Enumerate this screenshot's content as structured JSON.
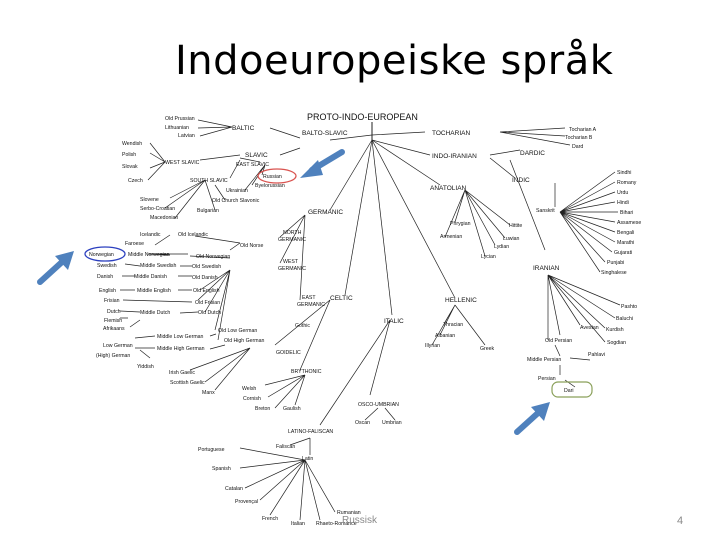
{
  "title": "Indoeuropeiske språk",
  "footer": "Russisk",
  "page_number": "4",
  "accent_arrow_color": "#4f81bd",
  "highlight_red": "#d9534f",
  "highlight_blue": "#2b3fbf",
  "highlight_green": "#8aa05a",
  "tree": {
    "root": "PROTO-INDO-EUROPEAN",
    "baltic_group": [
      "Old Prussian",
      "Lithuanian",
      "Latvian"
    ],
    "baltic": "BALTIC",
    "balto_slavic": "BALTO-SLAVIC",
    "slavic": "SLAVIC",
    "west_slavic_langs": [
      "Wendish",
      "Polish",
      "Slovak",
      "Czech"
    ],
    "west_slavic": "WEST SLAVIC",
    "east_slavic": "EAST SLAVIC",
    "russian": "Russian",
    "byelorussian": "Byelorussian",
    "ukrainian": "Ukrainian",
    "south_slavic": "SOUTH SLAVIC",
    "south_slavic_langs": [
      "Slovene",
      "Serbo-Croatian",
      "Macedonian"
    ],
    "bulgarian": "Bulgarian",
    "old_church_slavonic": "Old Church Slavonic",
    "germanic": "GERMANIC",
    "north_germanic": "NORTH GERMANIC",
    "west_germanic": "WEST GERMANIC",
    "east_germanic": "EAST GERMANIC",
    "gothic": "Gothic",
    "old_norse": "Old Norse",
    "icelandic": "Icelandic",
    "old_icelandic": "Old Icelandic",
    "faroese": "Faroese",
    "norwegian": "Norwegian",
    "middle_norwegian": "Middle Norwegian",
    "old_norwegian": "Old Norwegian",
    "swedish": "Swedish",
    "middle_swedish": "Middle Swedish",
    "old_swedish": "Old Swedish",
    "danish": "Danish",
    "middle_danish": "Middle Danish",
    "old_danish": "Old Danish",
    "english": "English",
    "middle_english": "Middle English",
    "old_english": "Old English",
    "frisian": "Frisian",
    "old_frisian": "Old Frisian",
    "dutch": "Dutch",
    "middle_dutch": "Middle Dutch",
    "old_dutch": "Old Dutch",
    "flemish": "Flemish",
    "afrikaans": "Afrikaans",
    "low_german": "Low German",
    "middle_low_german": "Middle Low German",
    "old_low_german": "Old Low German",
    "high_german": "(High) German",
    "middle_high_german": "Middle High German",
    "old_high_german": "Old High German",
    "yiddish": "Yiddish",
    "celtic": "CELTIC",
    "goidelic": "GOIDELIC",
    "irish": "Irish Gaelic",
    "scottish": "Scottish Gaelic",
    "manx": "Manx",
    "brythonic": "BRYTHONIC",
    "welsh": "Welsh",
    "cornish": "Cornish",
    "breton": "Breton",
    "gaulish": "Gaulish",
    "italic": "ITALIC",
    "osco_umbrian": "OSCO-UMBRIAN",
    "oscan": "Oscan",
    "umbrian": "Umbrian",
    "latino_faliscan": "LATINO-FALISCAN",
    "faliscan": "Faliscan",
    "latin": "Latin",
    "romance": [
      "Portuguese",
      "Spanish",
      "Catalan",
      "Provençal",
      "French",
      "Italian",
      "Rhaeto-Romance",
      "Rumanian"
    ],
    "hellenic": "HELLENIC",
    "greek": "Greek",
    "thracian": "Thracian",
    "albanian": "Albanian",
    "illyrian": "Illyrian",
    "anatolian": "ANATOLIAN",
    "phrygian": "Phrygian",
    "armenian": "Armenian",
    "hittite": "Hittite",
    "luwian": "Luwian",
    "lydian": "Lydian",
    "lycian": "Lycian",
    "tocharian": "TOCHARIAN",
    "tocharian_a": "Tocharian A",
    "tocharian_b": "Tocharian B",
    "indo_iranian": "INDO-IRANIAN",
    "dardic": "DARDIC",
    "dard": "Dard",
    "indic": "INDIC",
    "sanskrit": "Sanskrit",
    "indic_langs": [
      "Sindhi",
      "Romany",
      "Urdu",
      "Hindi",
      "Bihari",
      "Assamese",
      "Bengali",
      "Marathi",
      "Gujarati",
      "Punjabi",
      "Singhalese"
    ],
    "iranian": "IRANIAN",
    "pashto": "Pashto",
    "baluchi": "Baluchi",
    "kurdish": "Kurdish",
    "sogdian": "Sogdian",
    "avestan": "Avestan",
    "old_persian": "Old Persian",
    "pahlavi": "Pahlavi",
    "middle_persian": "Middle Persian",
    "persian": "Persian",
    "dari": "Dari"
  }
}
